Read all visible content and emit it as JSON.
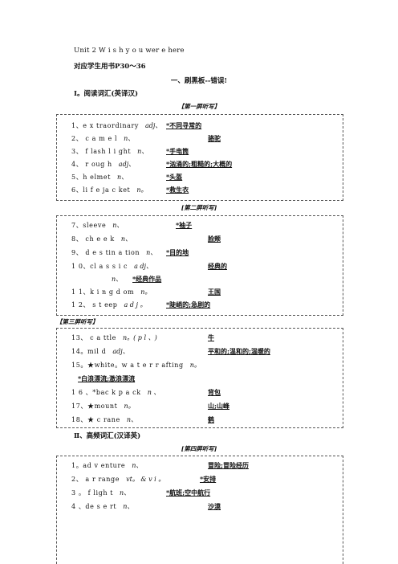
{
  "header": {
    "unit_title": "Unit 2   W i s h   y o u   wer e   here",
    "book_ref": "对应学生用书P30～36"
  },
  "section1": {
    "title": "一、刷黑板--错误!",
    "subtitle": "Ⅰ。阅读词汇(英译汉)",
    "sheet1_label": "【第一屏听写】",
    "sheet2_label": "[第二屏听写]",
    "sheet3_label": "【第三屏听写】"
  },
  "box1": [
    {
      "en": "1、e x traordinary",
      "pos": "adj、",
      "cn": "*不同寻常的"
    },
    {
      "en": "2、 c a m e l",
      "pos": "n、",
      "cn": "骆驼"
    },
    {
      "en": "3、 f lash l i ght",
      "pos": "n、",
      "cn": "*手电筒"
    },
    {
      "en": "4、 r oug h",
      "pos": "adj、",
      "cn": "*汹涌的;粗糙的;大概的"
    },
    {
      "en": "5、h elmet",
      "pos": "n、",
      "cn": "*头盔"
    },
    {
      "en": "6、li f e ja c ket",
      "pos": "n。",
      "cn": "*救生衣"
    }
  ],
  "box2": [
    {
      "en": "7、sleeve",
      "pos": "n、",
      "cn": "*袖子"
    },
    {
      "en": "8、 ch e e k",
      "pos": "n、",
      "cn": "脸颊"
    },
    {
      "en": "9、 d e s tin a tion",
      "pos": "n、",
      "cn": "*目的地"
    },
    {
      "en": "1 0、cl a s s i c",
      "pos": "a dj、",
      "cn": "经典的"
    },
    {
      "en": "",
      "pos": "n、",
      "cn": "*经典作品"
    },
    {
      "en": "1 1、k i n g d om",
      "pos": "n。",
      "cn": "王国"
    },
    {
      "en": "1 2、 s t eep",
      "pos": "a d j 。",
      "cn": "*陡峭的;急剧的"
    }
  ],
  "box3": [
    {
      "en": "13、 c a ttle",
      "pos": "n。( p l 、)",
      "cn": "牛"
    },
    {
      "en": "14。mil d",
      "pos": "adj、",
      "cn": "平和的;温和的;温暖的"
    },
    {
      "en": "15。★white。w a t e r   r afting",
      "pos": "n。",
      "cn": ""
    },
    {
      "en": "",
      "pos": "",
      "cn": "*白浪漂流;激浪漂流"
    },
    {
      "en": "1 6 、*bac k p a ck",
      "pos": "n 、",
      "cn": "背包"
    },
    {
      "en": "17、★mount",
      "pos": "n。",
      "cn": "山;山峰"
    },
    {
      "en": "18、★ c rane",
      "pos": "n、",
      "cn": "鹤"
    }
  ],
  "section2": {
    "subtitle": "Ⅱ、高频词汇(汉译英)",
    "sheet4_label": "[第四屏听写]"
  },
  "box4": [
    {
      "en": "1。ad v enture",
      "pos": "n、",
      "cn": "冒险;冒险经历"
    },
    {
      "en": "2、 a r range",
      "pos": "vt。   &   v i 。",
      "cn": "*安排"
    },
    {
      "en": "3 。 f ligh t",
      "pos": "n、",
      "cn": "*航班;空中航行"
    },
    {
      "en": "4 、de s e rt",
      "pos": "n、",
      "cn": "沙漠"
    }
  ]
}
